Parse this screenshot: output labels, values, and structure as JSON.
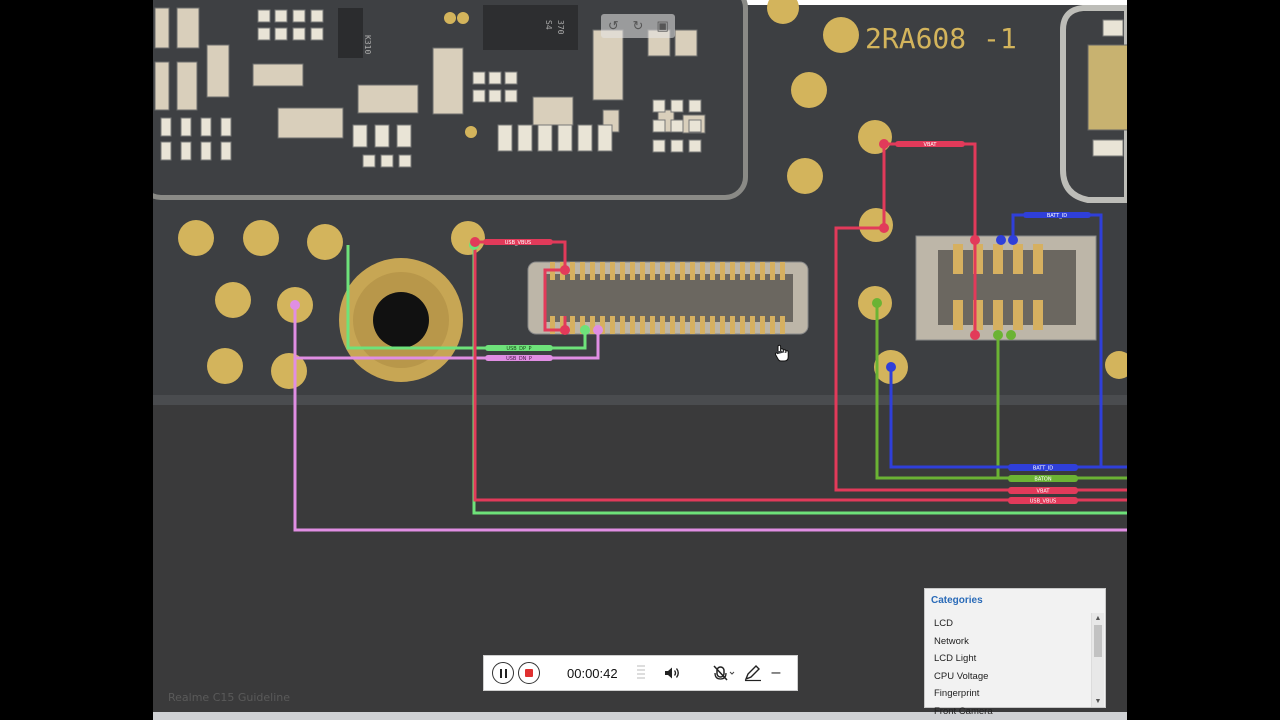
{
  "board": {
    "marking": "2RA608 -1",
    "chip_text": [
      "K310",
      "370",
      "S4"
    ]
  },
  "signals": {
    "usb_vbus_top": "USB_VBUS",
    "usb_dp": "USB_DP_P",
    "usb_dm": "USB_DN_P",
    "vbat_top": "VBAT",
    "batt_id_top": "BATT_ID",
    "batt_id_bottom": "BATT_ID",
    "bath_bottom": "BATON",
    "vbat_bottom": "VBAT",
    "usb_vbus_bottom": "USB_VBUS"
  },
  "watermark": "Realme C15 Guideline",
  "recorder": {
    "time": "00:00:42"
  },
  "categories": {
    "title": "Categories",
    "items": [
      "LCD",
      "Network",
      "LCD Light",
      "CPU Voltage",
      "Fingerprint",
      "Front Camera"
    ]
  },
  "colors": {
    "board": "#3d3f42",
    "pad_gold": "#d3b45c",
    "usb_vbus": "#e23a5a",
    "usb_dp_green": "#6ee27a",
    "usb_dm_violet": "#e08ee3",
    "batt_id_blue": "#2f3fd9",
    "bath_green": "#6bb334",
    "categories_title": "#2a6bb8"
  }
}
